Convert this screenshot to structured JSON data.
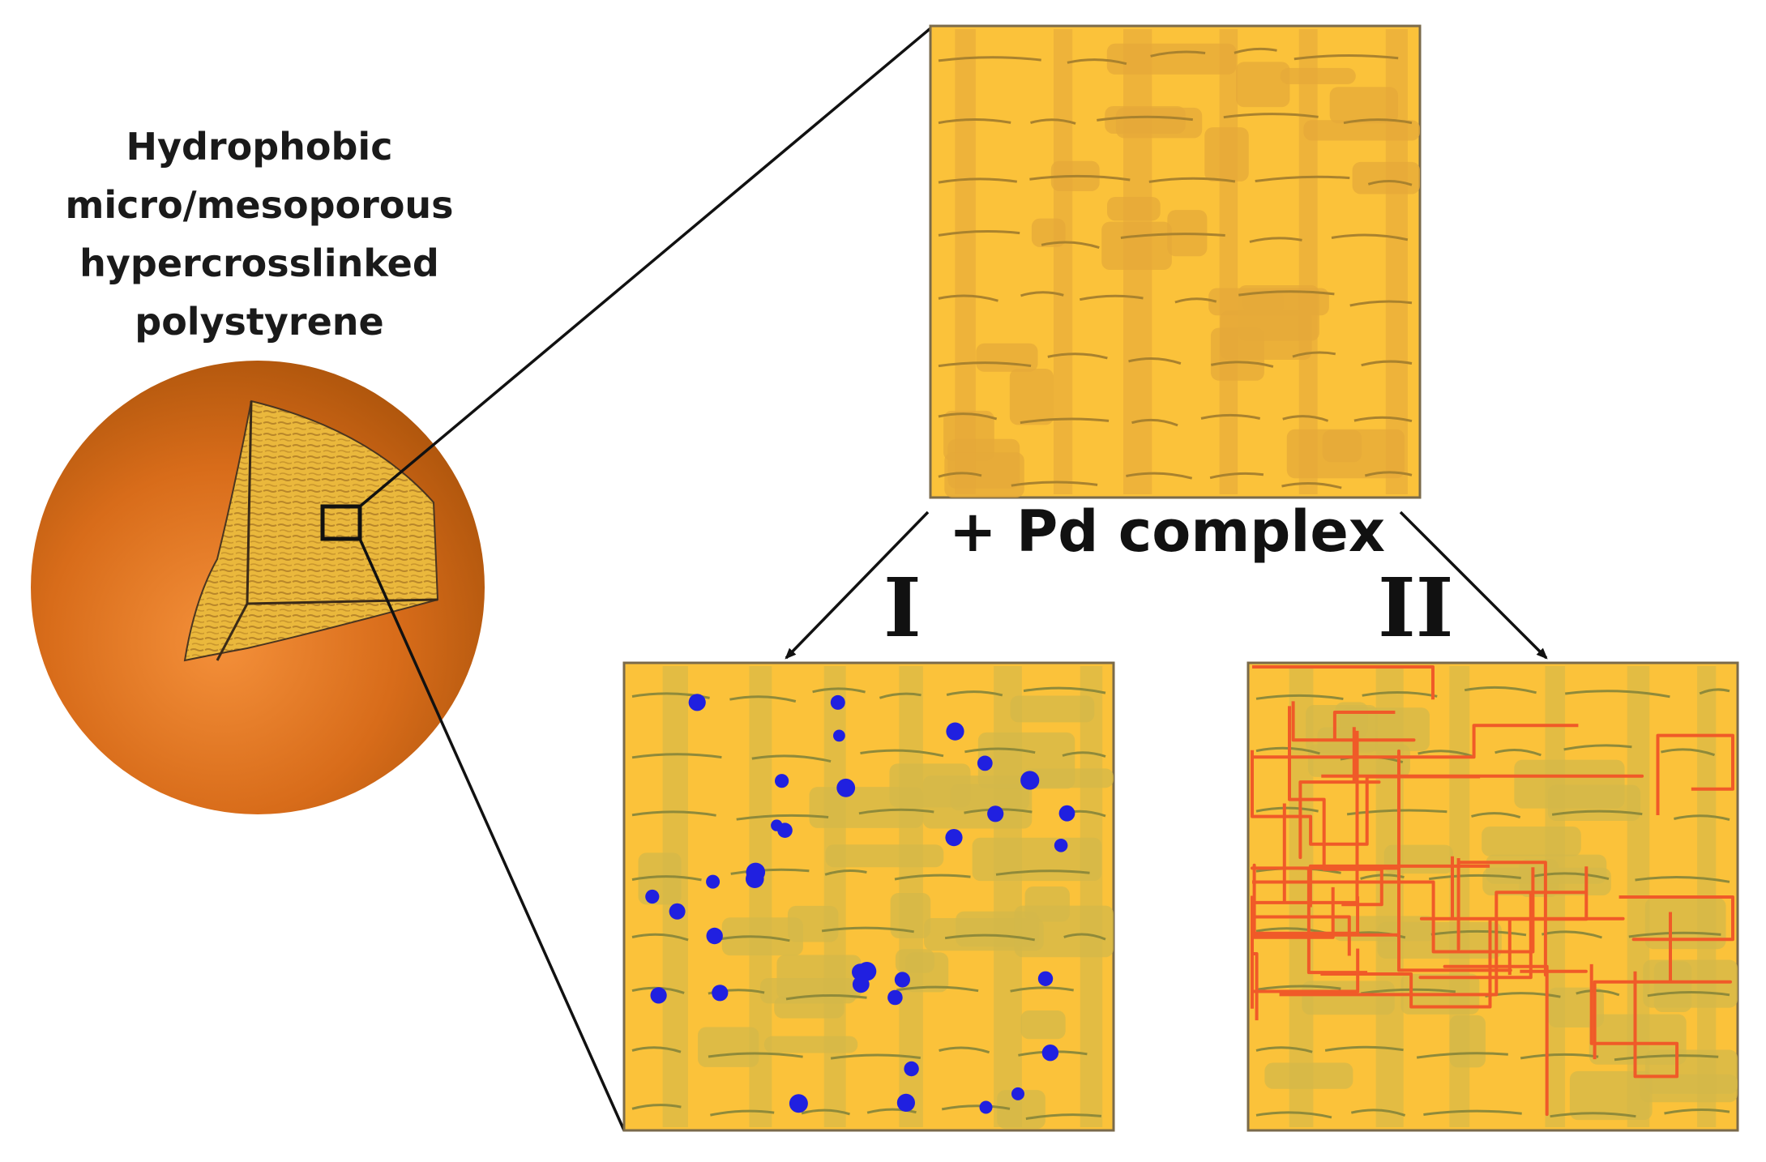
{
  "title_lines": [
    "Hydrophobic",
    "micro/mesoporous",
    "hypercrosslinked",
    "polystyrene"
  ],
  "reaction_label": "+ Pd complex",
  "pathway_labels": {
    "left": "I",
    "right": "II"
  },
  "colors": {
    "sphere_outer": "#c1620c",
    "sphere_highlight": "#f08a2a",
    "cutaway_fill": "#e9b83a",
    "pore_matrix": "#fbc23a",
    "pore_dark": "#e6a93a",
    "pore_line": "#a9822e",
    "pd_particle": "#2020e0",
    "pd_network": "#f05a28",
    "pore_green_tint": "#d4b84a"
  },
  "icons": {
    "pd_particle": "blue-dot",
    "pd_network": "red-network-line"
  }
}
